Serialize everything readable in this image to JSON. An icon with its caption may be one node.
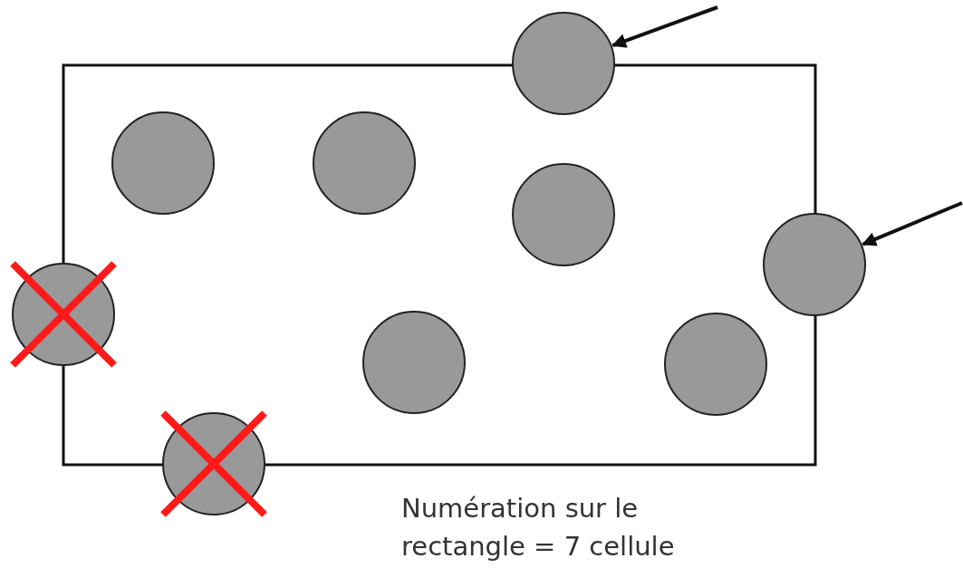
{
  "diagram": {
    "nodes": [
      {
        "text": [],
        "shape": "circle"
      },
      {
        "text": [],
        "shape": "circle"
      },
      {
        "text": [],
        "shape": "circle"
      },
      {
        "text": [],
        "shape": "circle"
      },
      {
        "text": [],
        "shape": "circle"
      },
      {
        "text": [],
        "shape": "circle"
      },
      {
        "text": [],
        "shape": "circle"
      },
      {
        "text": [],
        "shape": "circle"
      },
      {
        "text": [],
        "shape": "circle"
      }
    ],
    "edges": [
      {
        "from": null,
        "to": 5,
        "arrow": "to"
      },
      {
        "from": null,
        "to": 8,
        "arrow": "to"
      }
    ],
    "labels": [
      "Numération sur le rectangle = 7 cellule"
    ]
  }
}
